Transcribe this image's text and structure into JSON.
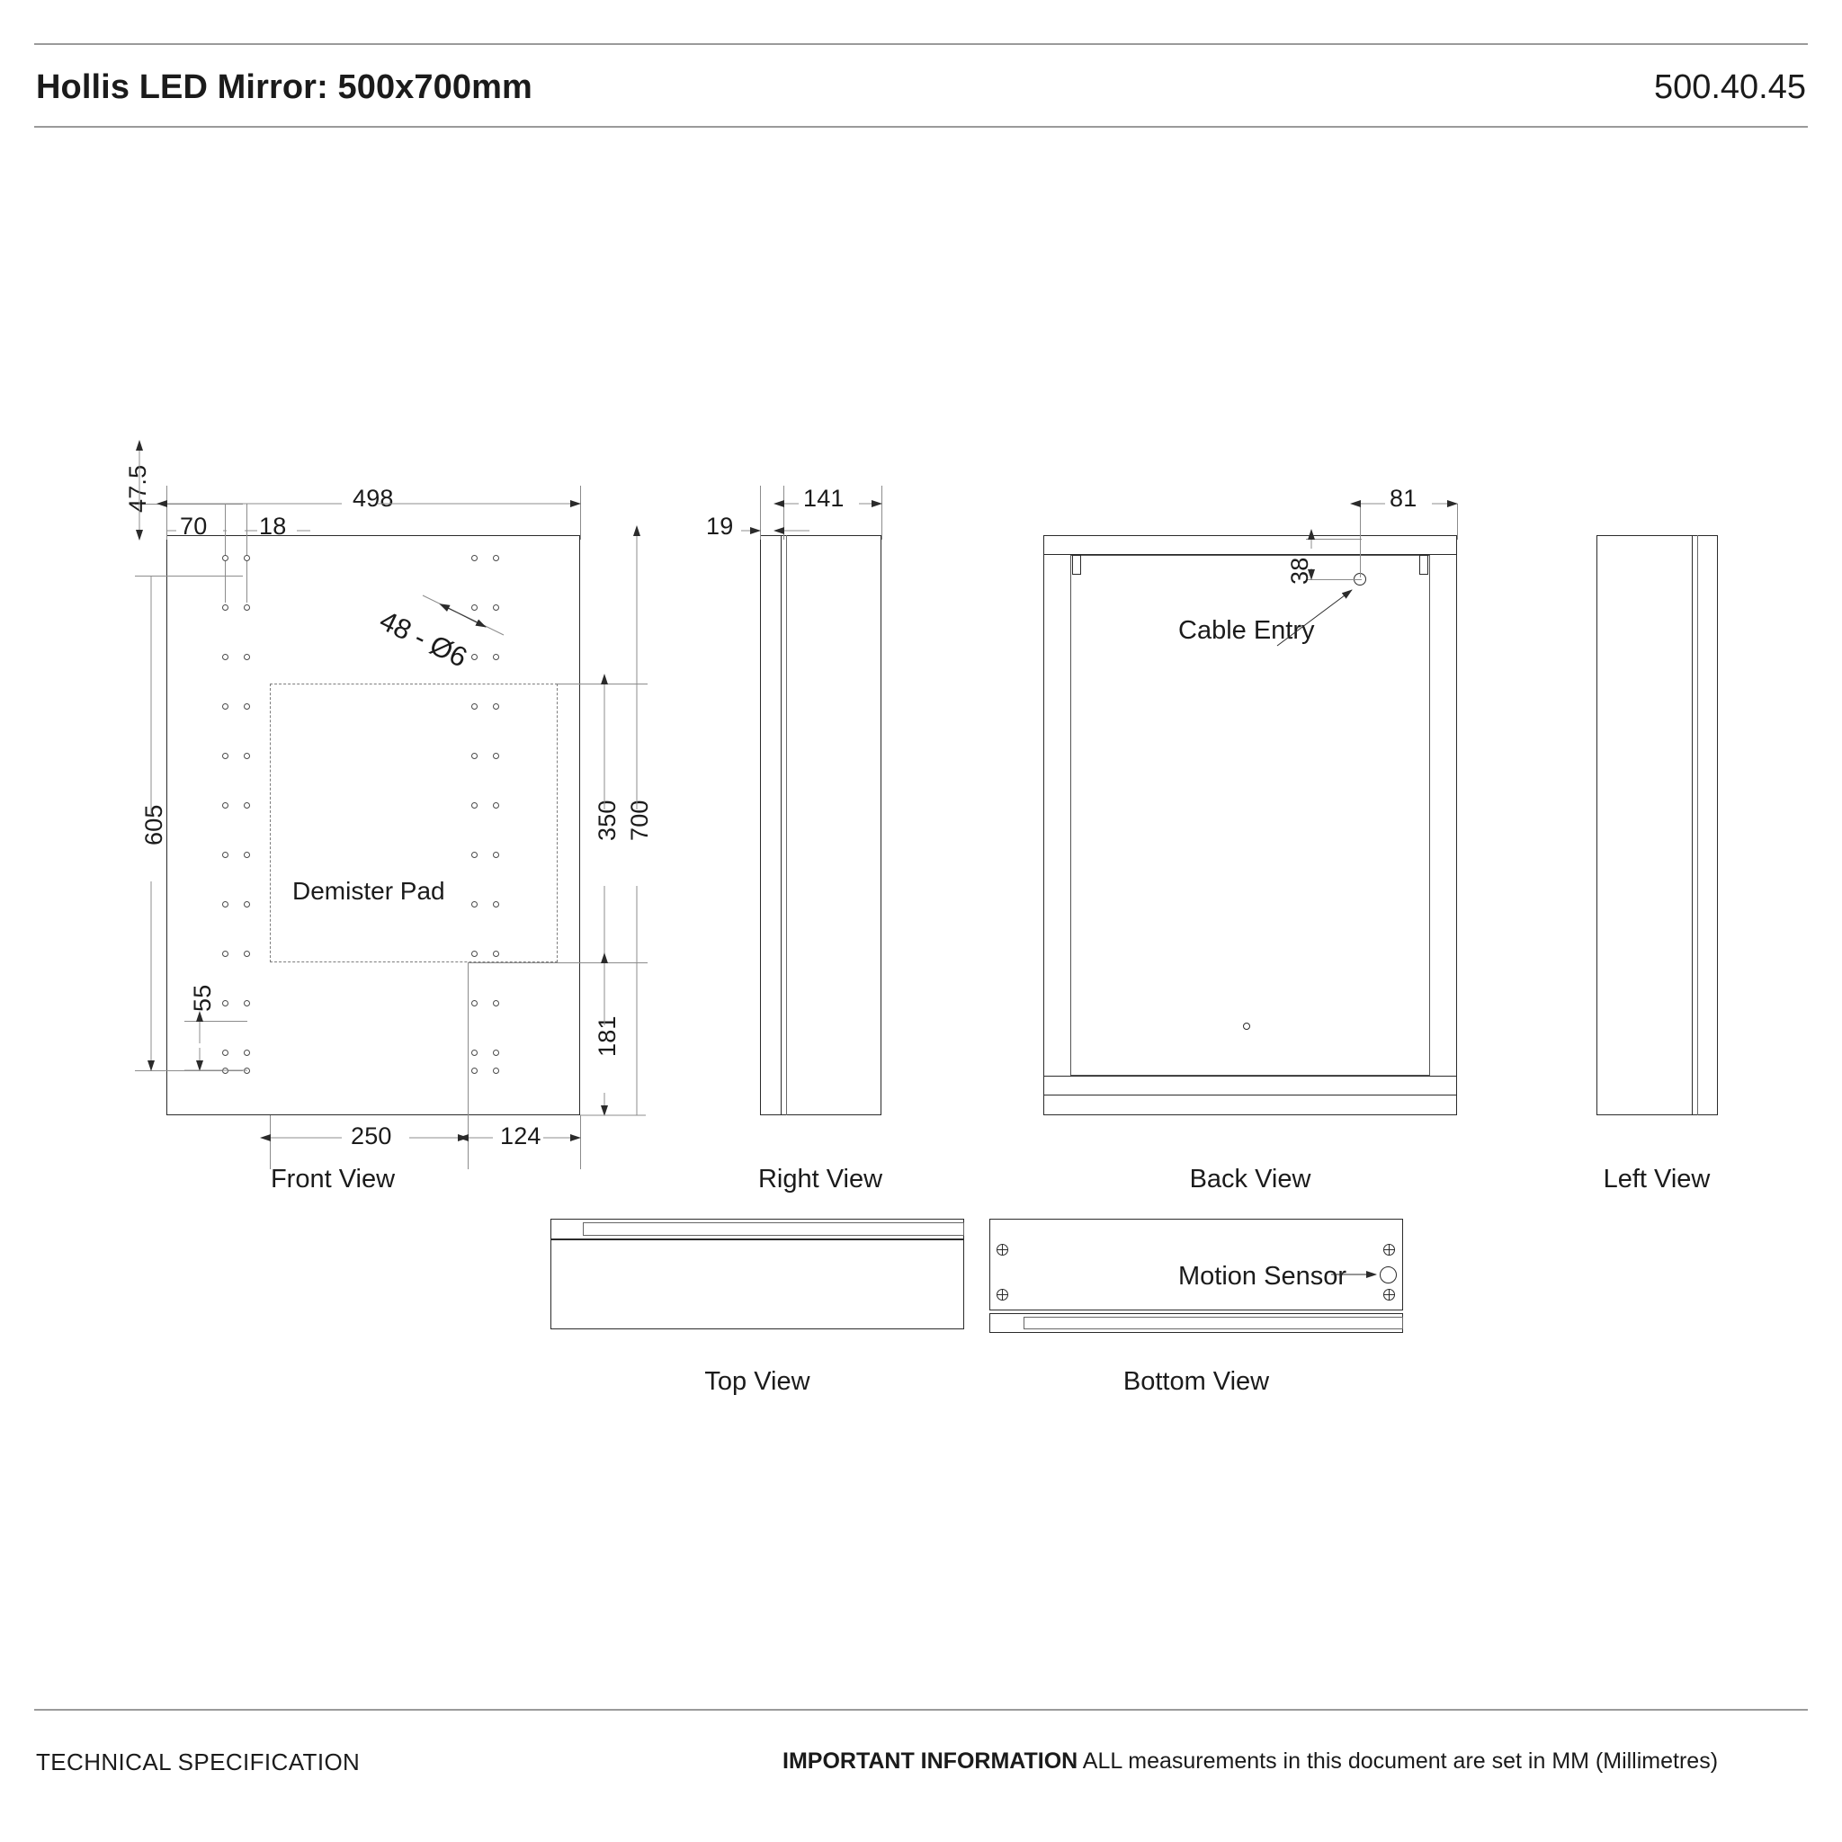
{
  "header": {
    "title": "Hollis LED Mirror: 500x700mm",
    "product_code": "500.40.45"
  },
  "footer": {
    "left": "TECHNICAL SPECIFICATION",
    "right_bold": "IMPORTANT INFORMATION",
    "right_text": " ALL measurements in this document are set in MM (Millimetres)"
  },
  "views": {
    "front": {
      "label": "Front View"
    },
    "right": {
      "label": "Right View"
    },
    "back": {
      "label": "Back View"
    },
    "left": {
      "label": "Left View"
    },
    "top": {
      "label": "Top View"
    },
    "bottom": {
      "label": "Bottom View"
    }
  },
  "annotations": {
    "demister_pad": "Demister Pad",
    "led_holes": "48 - Ø6",
    "cable_entry": "Cable Entry",
    "motion_sensor": "Motion Sensor"
  },
  "dimensions": {
    "front": {
      "top_offset": "47.5",
      "left_edge_to_col1": "70",
      "col1_to_col2": "18",
      "overall_width": "498",
      "led_span_height": "605",
      "led_pitch": "55",
      "demister_top_to_mid": "350",
      "overall_height": "700",
      "demister_bottom_to_base": "181",
      "demister_width": "250",
      "right_margin": "124"
    },
    "right": {
      "glass_thickness": "19",
      "overall_depth": "141"
    },
    "back": {
      "cable_entry_from_right": "81",
      "cable_entry_from_top": "38"
    }
  },
  "colors": {
    "line": "#2b2b2b",
    "thin_line": "#8c8c8c",
    "rule": "#9a9a9a",
    "text": "#1b1b1b",
    "dashed": "#7d7d7d"
  }
}
